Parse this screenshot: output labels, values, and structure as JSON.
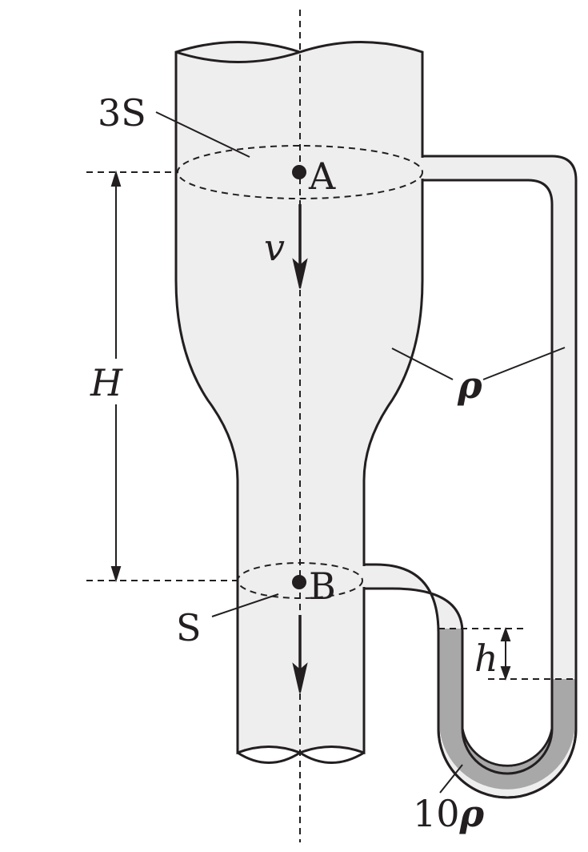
{
  "labels": {
    "area_top": "3S",
    "area_bottom": "S",
    "point_a": "A",
    "point_b": "B",
    "velocity": "v",
    "height": "H",
    "fluid_density": "ρ",
    "level_diff": "h",
    "manometer_density_coef": "10",
    "manometer_density_sym": "ρ"
  },
  "colors": {
    "pipe_fill": "#eeeeee",
    "manometer_liquid": "#a8a8a8",
    "stroke": "#231f20"
  }
}
